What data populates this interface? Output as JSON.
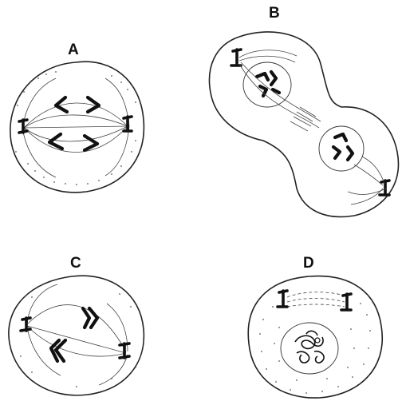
{
  "figure": {
    "cells": [
      {
        "id": "A",
        "label": "A"
      },
      {
        "id": "B",
        "label": "B"
      },
      {
        "id": "C",
        "label": "C"
      },
      {
        "id": "D",
        "label": "D"
      }
    ]
  }
}
